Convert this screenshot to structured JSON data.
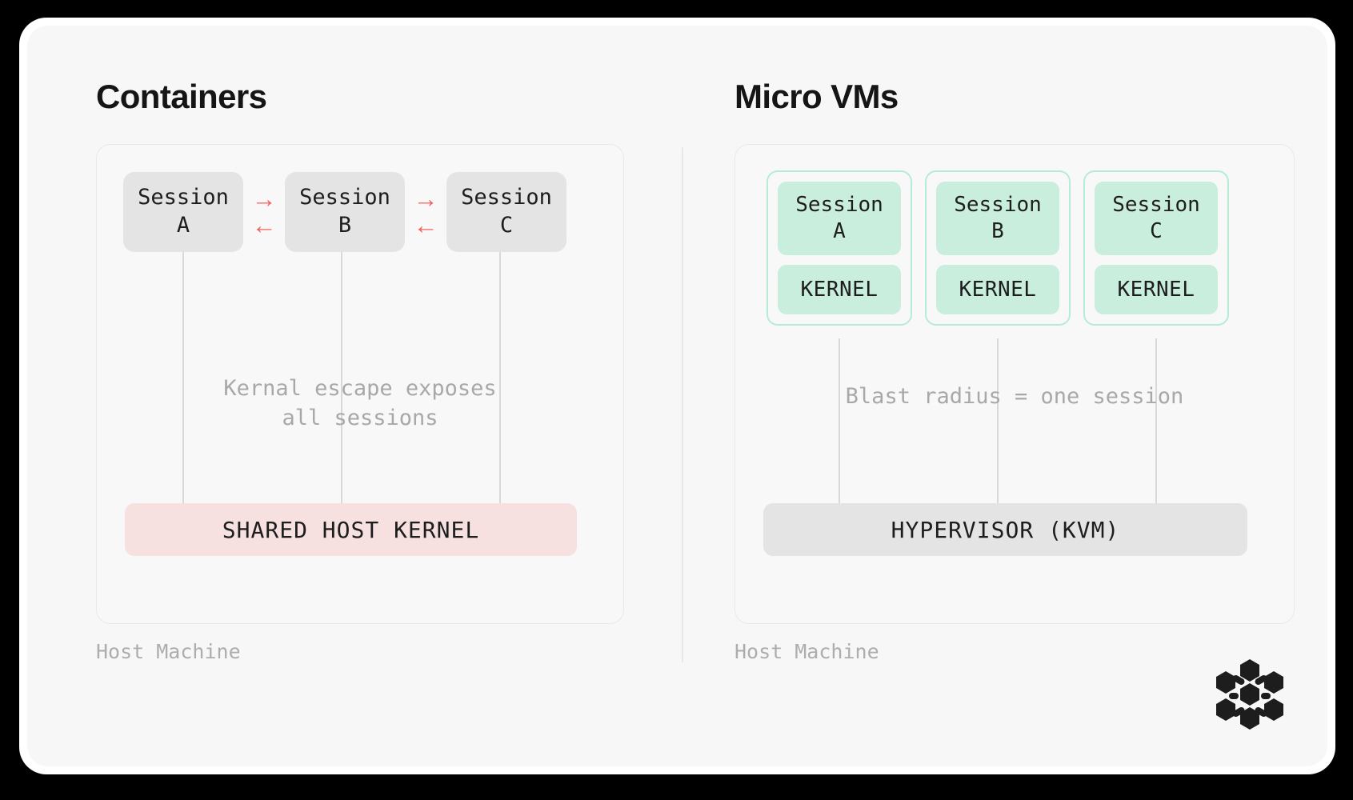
{
  "diagram": {
    "background_color": "#000000",
    "card_color": "#ffffff",
    "surface_color": "#f7f7f7",
    "accent_red": "#f4615c",
    "accent_green": "#c9eedd",
    "accent_pink": "#f7e0e0",
    "accent_grey": "#e4e4e4"
  },
  "left": {
    "title": "Containers",
    "host_label": "Host Machine",
    "sessions": [
      {
        "line1": "Session",
        "line2": "A"
      },
      {
        "line1": "Session",
        "line2": "B"
      },
      {
        "line1": "Session",
        "line2": "C"
      }
    ],
    "arrows": [
      {
        "forward": "→",
        "backward": "←"
      },
      {
        "forward": "→",
        "backward": "←"
      }
    ],
    "caption": "Kernal escape exposes\nall sessions",
    "base_bar": "SHARED HOST KERNEL"
  },
  "right": {
    "title": "Micro VMs",
    "host_label": "Host Machine",
    "vms": [
      {
        "session_line1": "Session",
        "session_line2": "A",
        "kernel": "KERNEL"
      },
      {
        "session_line1": "Session",
        "session_line2": "B",
        "kernel": "KERNEL"
      },
      {
        "session_line1": "Session",
        "session_line2": "C",
        "kernel": "KERNEL"
      }
    ],
    "caption": "Blast radius = one session",
    "base_bar": "HYPERVISOR (KVM)"
  },
  "logo": {
    "name": "hexagon-cluster-logo",
    "color": "#1d1d1d"
  }
}
